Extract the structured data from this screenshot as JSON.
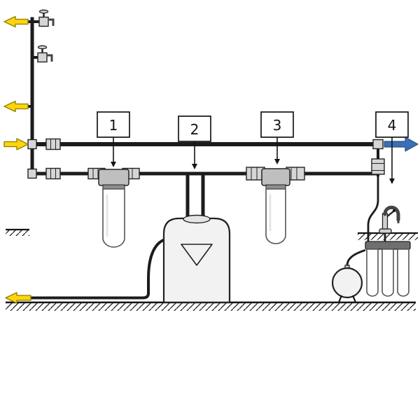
{
  "diagram": {
    "kind": "water-treatment-plumbing-schematic",
    "background": "#ffffff",
    "callouts": [
      {
        "label": "1"
      },
      {
        "label": "2"
      },
      {
        "label": "3"
      },
      {
        "label": "4"
      }
    ],
    "colors": {
      "background": "#ffffff",
      "pipe": "#1c1c1c",
      "untreated_flow": "#ffd60a",
      "treated_flow": "#3a6fb5",
      "fitting": "#d6d6d6",
      "cap": "#bfbfbf",
      "housing": "#ffffff",
      "tank": "#f2f2f2"
    },
    "flow_arrows": [
      {
        "name": "untreated-branch-upper-arrow",
        "color_key": "untreated_flow",
        "direction": "left"
      },
      {
        "name": "untreated-branch-lower-arrow",
        "color_key": "untreated_flow",
        "direction": "left"
      },
      {
        "name": "main-inlet-arrow",
        "color_key": "untreated_flow",
        "direction": "right"
      },
      {
        "name": "treated-outlet-arrow",
        "color_key": "treated_flow",
        "direction": "right"
      },
      {
        "name": "drain-outlet-arrow",
        "color_key": "untreated_flow",
        "direction": "left"
      }
    ],
    "components": [
      "outdoor-tap-upper",
      "outdoor-tap-lower",
      "inline-coupling-main",
      "inline-coupling-branch",
      "filter-housing-1",
      "water-softener-tank",
      "filter-housing-3",
      "check-valve-fitting",
      "kitchen-faucet",
      "counter-shelf",
      "ro-filter-bank",
      "ro-pressure-tank",
      "wall-section",
      "ground-line"
    ]
  }
}
